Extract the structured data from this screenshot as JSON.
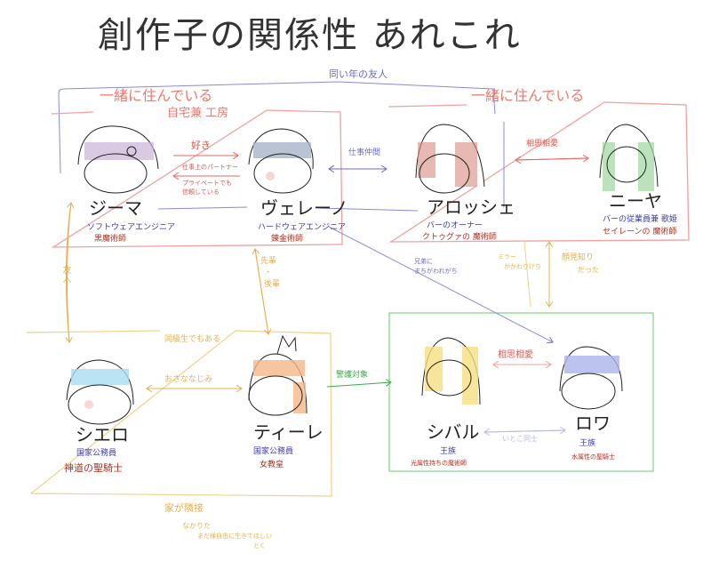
{
  "title": "創作子の関係性 あれこれ",
  "groups": {
    "top_left": {
      "label": "一緒に住んでいる",
      "sublabel": "自宅兼 工房",
      "color": "#f0a0a0"
    },
    "top_right": {
      "label": "一緒に住んでいる",
      "color": "#f0a0a0"
    },
    "bottom_left": {
      "label": "同級生でもある",
      "color": "#f3d08a"
    },
    "bottom_right": {
      "color": "#7ed47e"
    }
  },
  "characters": [
    {
      "name": "ジーマ",
      "role": "ソフトウェアエンジニア",
      "magic": "黒魔術師",
      "hair": "#c9b2d6"
    },
    {
      "name": "ヴェレーノ",
      "role": "ハードウェアエンジニア",
      "magic": "錬金術師",
      "hair": "#a9b4c8"
    },
    {
      "name": "アロッシェ",
      "role": "バーのオーナー",
      "magic": "クトゥグァの 魔術師",
      "hair": "#d98a80"
    },
    {
      "name": "ニーヤ",
      "role": "バーの従業員兼 歌姫",
      "magic": "セイレーンの 魔術師",
      "hair": "#9fd69f"
    },
    {
      "name": "シエロ",
      "role": "国家公務員",
      "magic": "神道の聖騎士",
      "hair": "#a9dcf0"
    },
    {
      "name": "ティーレ",
      "role": "国家公務員",
      "magic": "女教皇",
      "hair": "#f5b888"
    },
    {
      "name": "シバル",
      "role": "王族",
      "magic": "光属性持ちの魔術師",
      "hair": "#f5de80"
    },
    {
      "name": "ロワ",
      "role": "王族",
      "magic": "水属性の聖騎士",
      "hair": "#aab4ea"
    }
  ],
  "relations": {
    "same_age_friends": "同い年の友人",
    "like": "好き",
    "partner": [
      "仕事上のパートナー",
      "プライベートでも",
      "信頼している"
    ],
    "coworkers": "仕事仲間",
    "mutual_love_top": "相思相愛",
    "friends": "友人",
    "senpai_kouhai": [
      "先輩",
      "・",
      "後輩"
    ],
    "mistaken_brothers": [
      "兄弟に",
      "まちがわれがち"
    ],
    "mirror": [
      "ミラー",
      "かかわりけり"
    ],
    "acquainted": [
      "顔見知り",
      "だった"
    ],
    "childhood_friends": "おさななじみ",
    "guard_target": "警護対象",
    "mutual_love_bottom": "相思相愛",
    "cousins": "いとこ同士",
    "neighbors": "家が隣接",
    "note": [
      "なかりた",
      "まだ様自由に生きてほしい",
      "とく"
    ]
  }
}
